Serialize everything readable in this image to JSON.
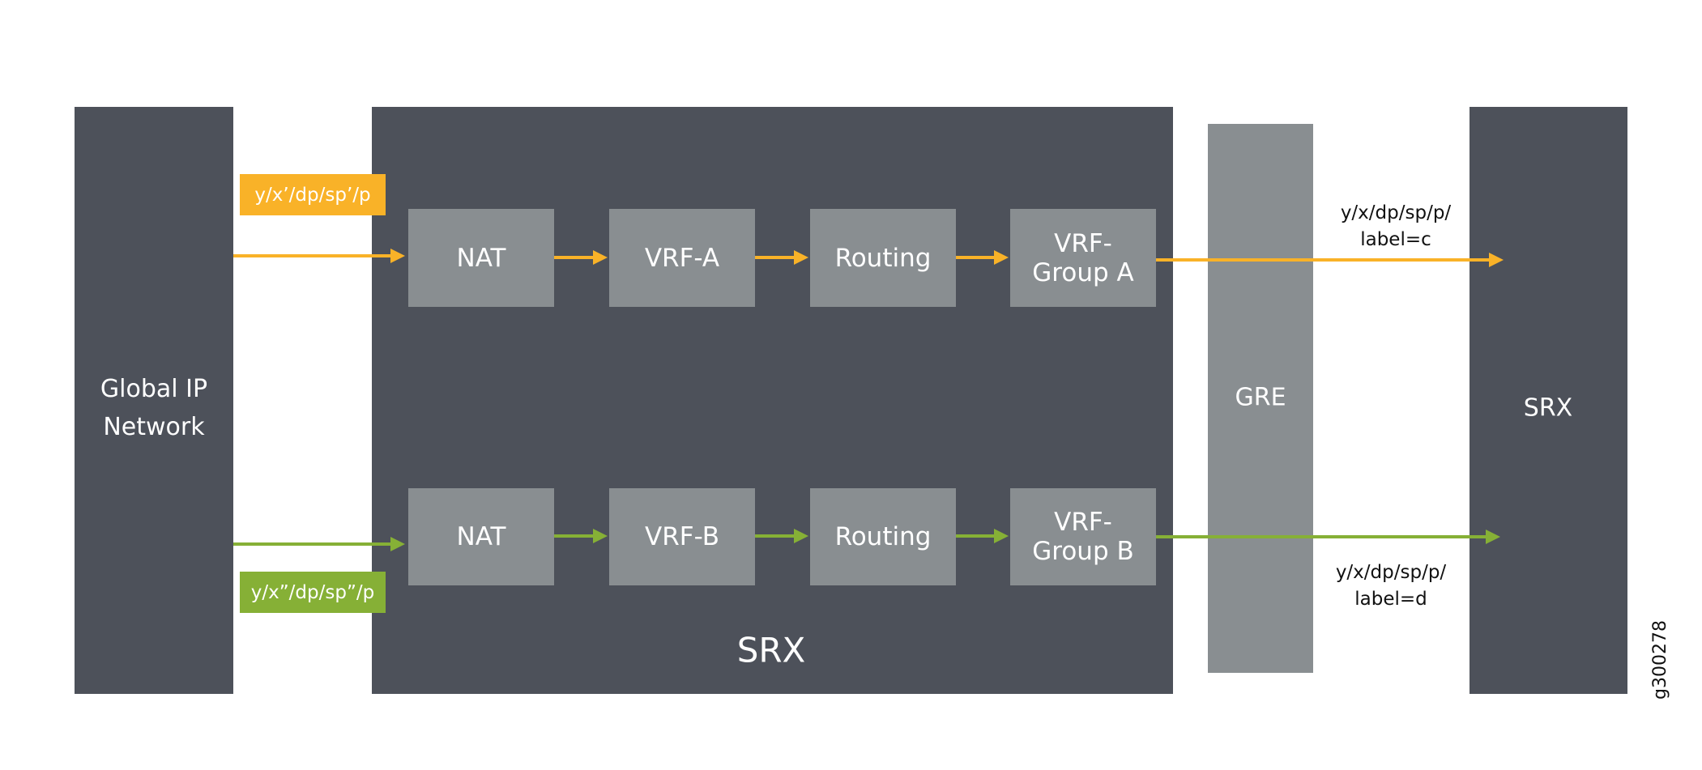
{
  "colors": {
    "dark_block": "#4d515a",
    "function_box": "#898e91",
    "flow_a": "#f9b228",
    "flow_b": "#86b036"
  },
  "global_network": {
    "label_line1": "Global IP",
    "label_line2": "Network"
  },
  "srx_main": {
    "label": "SRX"
  },
  "gre": {
    "label": "GRE"
  },
  "srx_remote": {
    "label": "SRX"
  },
  "flow_a": {
    "input_label": "y/x’/dp/sp’/p",
    "boxes": [
      "NAT",
      "VRF-A",
      "Routing",
      "VRF-\nGroup A"
    ],
    "output_label_line1": "y/x/dp/sp/p/",
    "output_label_line2": "label=c"
  },
  "flow_b": {
    "input_label": "y/x”/dp/sp”/p",
    "boxes": [
      "NAT",
      "VRF-B",
      "Routing",
      "VRF-\nGroup B"
    ],
    "output_label_line1": "y/x/dp/sp/p/",
    "output_label_line2": "label=d"
  },
  "figure_id": "g300278"
}
